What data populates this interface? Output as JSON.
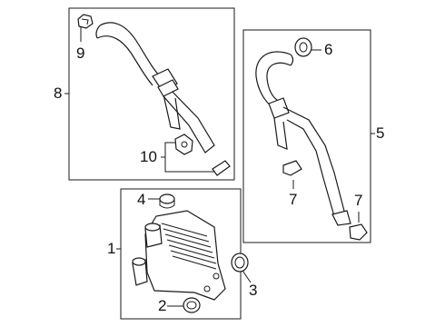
{
  "callouts": {
    "c1": "1",
    "c2": "2",
    "c3": "3",
    "c4": "4",
    "c5": "5",
    "c6": "6",
    "c7a": "7",
    "c7b": "7",
    "c8": "8",
    "c9": "9",
    "c10": "10"
  },
  "colors": {
    "line": "#1a1a1a",
    "background": "#ffffff"
  }
}
